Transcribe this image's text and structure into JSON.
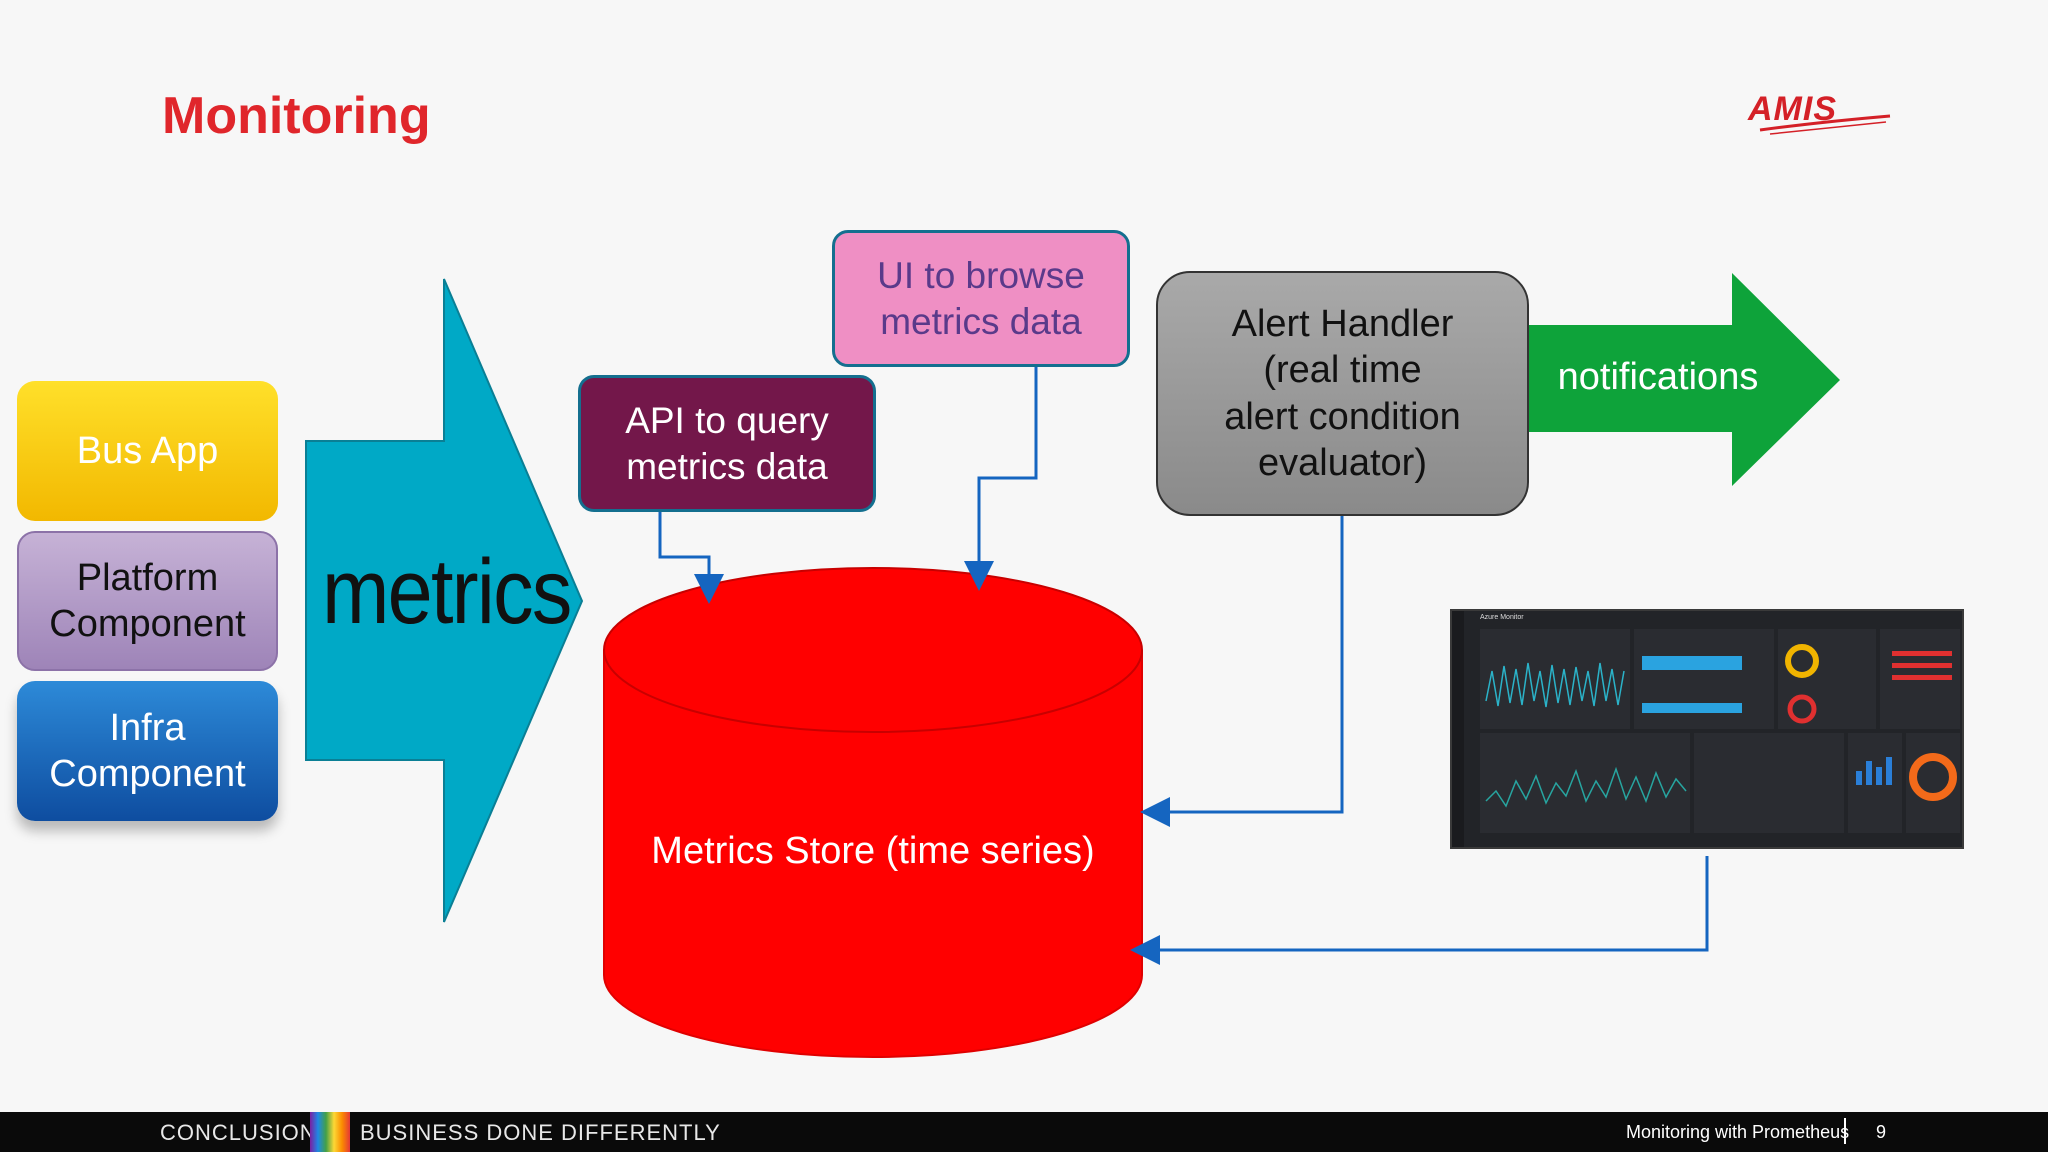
{
  "slide": {
    "title": "Monitoring",
    "logo": "AMIS"
  },
  "sources": {
    "bus_app": "Bus App",
    "platform": [
      "Platform",
      "Component"
    ],
    "infra": [
      "Infra",
      "Component"
    ]
  },
  "metrics_arrow": {
    "label": "metrics",
    "color": "#00a9c6"
  },
  "api_box": [
    "API to query",
    "metrics data"
  ],
  "ui_box": [
    "UI to browse",
    "metrics data"
  ],
  "alert_box": [
    "Alert Handler",
    "(real time",
    "alert condition",
    "evaluator)"
  ],
  "notifications_arrow": {
    "label": "notifications",
    "color": "#0ea33a"
  },
  "store": {
    "label": "Metrics Store (time series)",
    "color": "#ff0000"
  },
  "dashboard": {
    "title": "Azure Monitor"
  },
  "footer": {
    "section": "CONCLUSION",
    "tagline": "BUSINESS DONE DIFFERENTLY",
    "presentation": "Monitoring with Prometheus",
    "page": "9"
  }
}
